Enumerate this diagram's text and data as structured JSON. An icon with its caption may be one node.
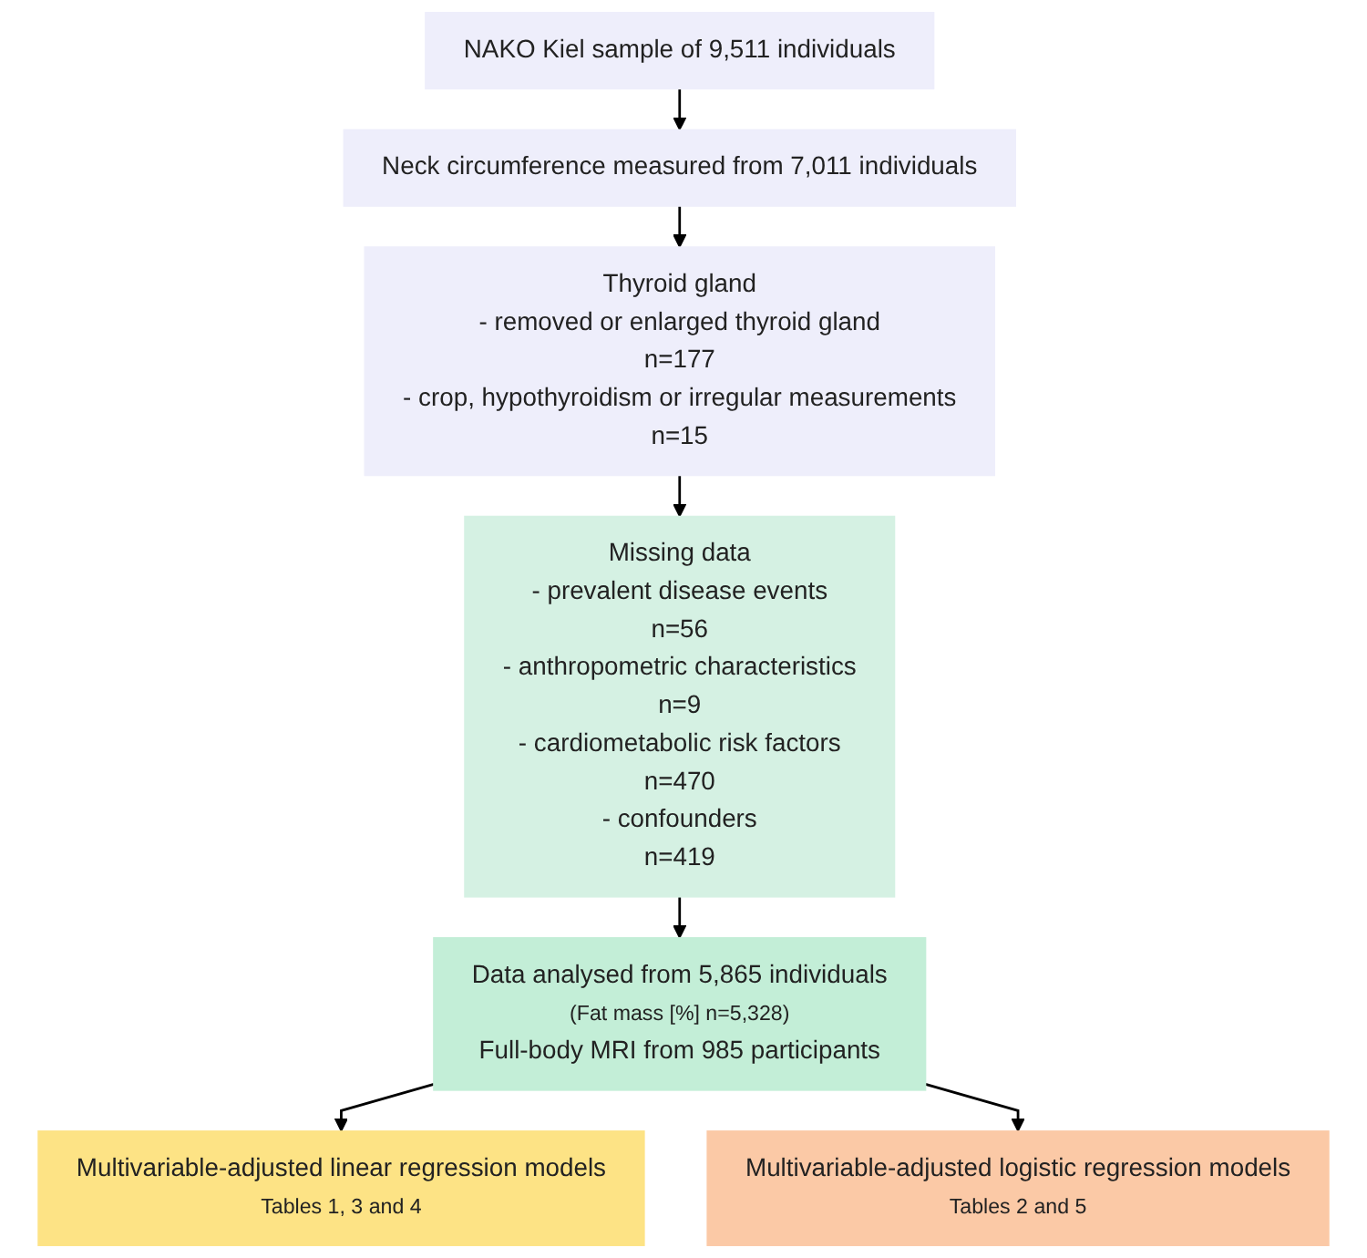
{
  "diagram": {
    "nodes": [
      {
        "text": [
          "NAKO Kiel sample of 9,511 individuals"
        ]
      },
      {
        "text": [
          "Neck circumference measured from 7,011 individuals"
        ]
      },
      {
        "text": [
          "Thyroid gland",
          "- removed or enlarged thyroid gland",
          "n=177",
          "- crop, hypothyroidism or irregular measurements",
          "n=15"
        ]
      },
      {
        "text": [
          "Missing data",
          "- prevalent disease events",
          "n=56",
          "- anthropometric characteristics",
          "n=9",
          "- cardiometabolic risk factors",
          "n=470",
          "- confounders",
          "n=419"
        ]
      },
      {
        "text": [
          "Data analysed from 5,865 individuals",
          "(Fat mass [%] n=5,328)",
          "Full-body MRI from 985 participants"
        ]
      },
      {
        "text": [
          "Multivariable-adjusted linear regression models",
          "Tables 1, 3 and 4"
        ]
      },
      {
        "text": [
          "Multivariable-adjusted logistic regression models",
          "Tables 2 and 5"
        ]
      }
    ],
    "edges": [
      {
        "from": 0,
        "to": 1,
        "arrow": "to"
      },
      {
        "from": 1,
        "to": 2,
        "arrow": "to"
      },
      {
        "from": 2,
        "to": 3,
        "arrow": "to"
      },
      {
        "from": 3,
        "to": 4,
        "arrow": "to"
      },
      {
        "from": 4,
        "to": 5,
        "arrow": "to"
      },
      {
        "from": 4,
        "to": 6,
        "arrow": "to"
      }
    ]
  }
}
